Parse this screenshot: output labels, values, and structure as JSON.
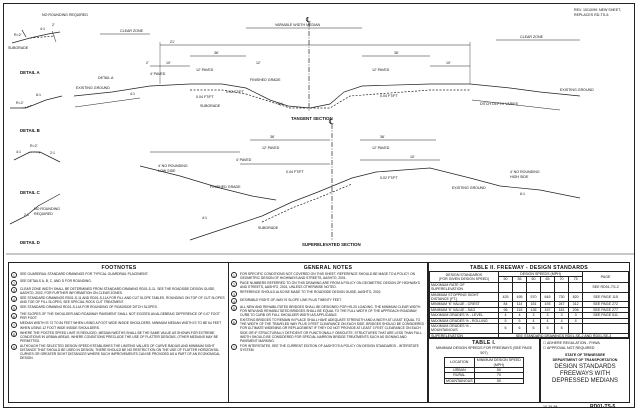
{
  "header": {
    "rev_note": "REV. 10/10/99: NEW SHEET, REPLACES RD-TS-5."
  },
  "details": {
    "a": {
      "title": "DETAIL A",
      "no_rounding": "NO ROUNDING REQUIRED",
      "subgrade": "SUBGRADE",
      "r_label": "R=2'",
      "slope_4": "4:1",
      "slope_6": "6:1",
      "dimension": "2'"
    },
    "b": {
      "title": "DETAIL B",
      "slope": "6:1",
      "r_label": "R=2'"
    },
    "c": {
      "title": "DETAIL C",
      "slope_4": "4:1",
      "slope_2": "2:1",
      "r_label": "R=2'"
    },
    "d": {
      "title": "DETAIL D",
      "no_rounding": "NO ROUNDING REQUIRED",
      "slope": "2:1"
    }
  },
  "tangent": {
    "title": "TANGENT SECTION",
    "clear_zone": "CLEAR ZONE",
    "variable_width_median": "VARIABLE WIDTH MEDIAN",
    "finished_grade": "FINISHED GRADE",
    "existing_ground_left": "EXISTING GROUND",
    "existing_ground_right": "EXISTING GROUND",
    "subgrade": "SUBGRADE",
    "dim_21": "21'",
    "dim_36_left": "36'",
    "dim_36_right": "36'",
    "dim_10_left": "10'",
    "dim_10_right": "10'",
    "dim_12": "12'",
    "dim_2": "2'",
    "paved_left": "4' PAVED",
    "paved_lanes_left": "12' PAVED",
    "paved_lanes_right": "12' PAVED",
    "rate_left": "0.04 FT/FT",
    "rate_right": "0.04 FT/FT",
    "rate_lane": "0.02 FT/FT",
    "slope_4": "4:1",
    "slope_6": "6:1",
    "detail_ref": "DETAIL A",
    "ditch_note": "DITCH DEPTH VARIES"
  },
  "superelevated": {
    "title": "SUPERELEVATED SECTION",
    "no_rounding_low": "4' NO ROUNDING LOW SIDE",
    "no_rounding_high": "4' NO ROUNDING HIGH SIDE",
    "finished_grade": "FINISHED GRADE",
    "existing_ground": "EXISTING GROUND",
    "subgrade": "SUBGRADE",
    "paved_12": "12' PAVED",
    "paved_4": "4' PAVED",
    "dim_36": "36'",
    "dim_10": "10'",
    "rate_1": "0.04 FT/FT",
    "rate_2": "0.02 FT/FT",
    "slope_4": "4:1",
    "slope_6": "6:1"
  },
  "footnotes": {
    "title": "FOOTNOTES",
    "items": [
      {
        "n": "1",
        "text": "See guardrail standard drawings for typical guardrail placement."
      },
      {
        "n": "2",
        "text": "See details A, B, C, and D for rounding."
      },
      {
        "n": "3",
        "text": "Clear zone width shall be determined from standard drawing RD01-S-11. See the Roadside Design Guide, AASHTO, 2002, for further information on clear zones."
      },
      {
        "n": "4",
        "text": "See standard drawings RD01-S-11 and RD01-S-11A for fill and cut slope tables. Rounding on top of cut slopes and toe of fill slopes, see special rock cut treatment."
      },
      {
        "n": "5",
        "text": "See standard drawing RD01-S-11A for rounding of roadside ditch slopes."
      },
      {
        "n": "6",
        "text": "The slopes of the shoulder and roadway pavement shall not exceed an algebraic difference of 0.07 foot per foot."
      },
      {
        "n": "7",
        "text": "Median width is 72 to 84 feet when using a foot wide inside shoulders. Minimum median width is to be 64 feet when using 12 foot wide inside shoulders."
      },
      {
        "n": "8",
        "text": "Where the posted speed limit is reduced, median widths shall be the same value as shown for extreme conditions in urban areas. Where conditions preclude the use of flatter designs, other medians may be permitted."
      },
      {
        "n": "9",
        "text": "Although the selected design speed establishes the limiting values of curve radius and minimum sight distance that should be used in design, there should be no restriction on the use of flatter horizontal curves or greater sight distances where such improvements can be provided as a part of an economical design."
      }
    ]
  },
  "general_notes": {
    "title": "GENERAL NOTES",
    "items": [
      {
        "n": "1",
        "text": "For specific conditions not covered on this sheet, reference should be made to A Policy on Geometric Design of Highways and Streets, AASHTO, 2001."
      },
      {
        "n": "2",
        "text": "Page numbers referred to on this drawing are from A Policy on Geometric Design of Highways and Streets, AASHTO, 2001, unless otherwise noted."
      },
      {
        "n": "3",
        "text": "Reference should also be made to the Roadside Design Guide, AASHTO, 2002."
      },
      {
        "n": "4",
        "text": "Desirable right-of-way is slope line plus twenty feet."
      },
      {
        "n": "5",
        "text": "All new and rehabilitated bridges shall be designed for HS-20 loading. The minimum clear width for new and rehabilitated bridges shall be equal to the full width of the approach roadway, curb to curb or full shoulder width as applicable."
      },
      {
        "n": "6",
        "text": "Existing bridges to remain in place shall have adequate strength and a width at least equal to the width of the traveled way plus 3 feet clearance on each side. Bridges should be considered for ultimate widening or replacement if they do not provide at least 3 feet clearance on each side or if structurally deficient or functionally obsolete. Structures that are less than full width should be considered for special narrow bridge treatments such as signing and pavement marking."
      },
      {
        "n": "7",
        "text": "For interstates, see the current edition of AASHTO's A Policy on Design Standards - Interstate System."
      }
    ]
  },
  "table2": {
    "title": "TABLE II. FREEWAY - DESIGN STANDARDS",
    "standards_header": "DESIGN STANDARDS",
    "standards_sub": "(FOR GIVEN DESIGN SPEED)",
    "speeds_header": "DESIGN SPEEDS (MPH)",
    "speeds": [
      "50",
      "55",
      "60",
      "65",
      "70",
      "75"
    ],
    "page_header": "PAGE",
    "rows": [
      {
        "label": "MAXIMUM RATE OF SUPERELEVATION",
        "values": [
          "",
          "",
          "",
          "",
          "",
          ""
        ],
        "page": "SEE RD01-TS-2"
      },
      {
        "label": "MINIMUM STOPPING SIGHT DISTANCE (FT.)",
        "values": [
          "425",
          "495",
          "570",
          "645",
          "730",
          "820"
        ],
        "page": "SEE PAGE 115"
      },
      {
        "label": "MINIMUM 'K' VALUE - CREST",
        "values": [
          "84",
          "114",
          "151",
          "193",
          "247",
          "312"
        ],
        "page": "SEE PAGE 272"
      },
      {
        "label": "MINIMUM 'K' VALUE - SAG",
        "values": [
          "96",
          "115",
          "136",
          "157",
          "181",
          "206"
        ],
        "page": "SEE PAGE 277"
      },
      {
        "label": "MAXIMUM GRADES % - LEVEL",
        "values": [
          "4",
          "4",
          "3",
          "3",
          "3",
          "3"
        ],
        "page": "SEE PAGE 511"
      },
      {
        "label": "MAXIMUM GRADES % - ROLLING",
        "values": [
          "5",
          "5",
          "4",
          "4",
          "4",
          "4"
        ],
        "page": ""
      },
      {
        "label": "MAXIMUM GRADES % - MOUNTAINOUS",
        "values": [
          "6",
          "6",
          "6",
          "5",
          "5",
          ""
        ],
        "page": ""
      }
    ],
    "super_label": "SUPERELEVATION",
    "super_value": "SEE STANDARD DRAWINGS RD01-SE-2 AND RD01-SE-3"
  },
  "table1": {
    "title": "TABLE I.",
    "subtitle": "MINIMUM DESIGN SPEEDS FOR FREEWAYS (SEE PAGE 507)",
    "col_location": "LOCATION",
    "col_speed": "MINIMUM DESIGN SPEED (MPH)",
    "rows": [
      {
        "location": "URBAN",
        "speed": "50"
      },
      {
        "location": "RURAL",
        "speed": "70"
      },
      {
        "location": "MOUNTAINOUS",
        "speed": "50"
      }
    ]
  },
  "title_block": {
    "legend_1": "ADHERE REGULATION - FHWA",
    "legend_2": "APPROVAL NOT REQUIRED",
    "state": "STATE OF TENNESSEE",
    "department": "DEPARTMENT OF TRANSPORTATION",
    "title_line1": "DESIGN STANDARDS",
    "title_line2": "FREEWAYS WITH",
    "title_line3": "DEPRESSED MEDIANS",
    "date": "10-26-98",
    "drawing_no": "RD01-TS-5"
  }
}
